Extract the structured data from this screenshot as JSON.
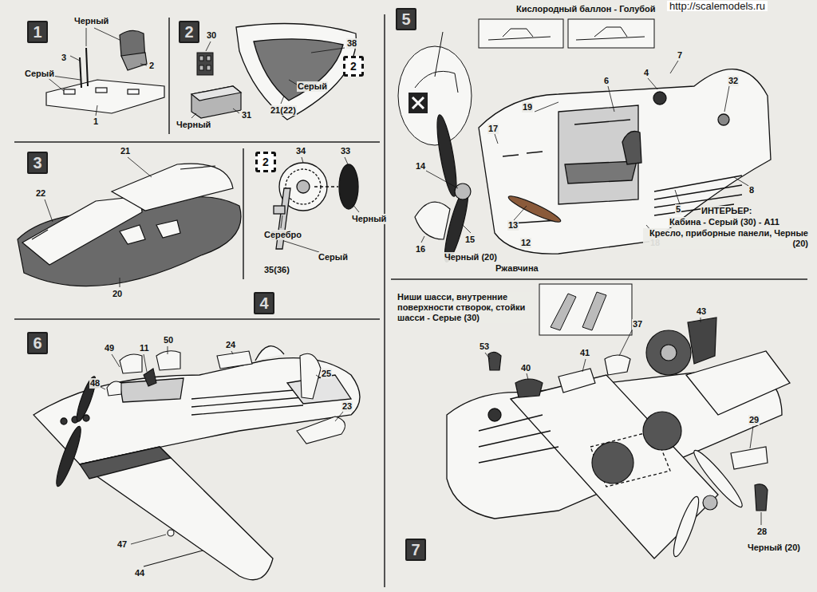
{
  "diagram": {
    "nodes": [
      {
        "text": [
          "1"
        ]
      },
      {
        "text": [
          "2"
        ]
      },
      {
        "text": [
          "2"
        ]
      },
      {
        "text": [
          "3"
        ]
      },
      {
        "text": [
          "2"
        ]
      },
      {
        "text": [
          "4"
        ]
      },
      {
        "text": [
          "5"
        ]
      },
      {
        "text": [
          "6"
        ]
      },
      {
        "text": [
          "7"
        ]
      }
    ],
    "labels": [
      "http://scalemodels.ru",
      "Черный",
      "3",
      "2",
      "Серый",
      "1",
      "30",
      "Черный",
      "31",
      "38",
      "Серый",
      "21(22)",
      "21",
      "22",
      "20",
      "34",
      "33",
      "Серебро",
      "Черный",
      "Серый",
      "35(36)",
      "Кислородный баллон - Голубой",
      "7",
      "4",
      "32",
      "6",
      "19",
      "17",
      "14",
      "16",
      "15",
      "Черный (20)",
      "13",
      "12",
      "Ржавчина",
      "18",
      "5",
      "8",
      "ИНТЕРЬЕР:",
      "Кабина - Серый (30) - А11",
      "Кресло, приборные панели, Черные (20)",
      "49",
      "11",
      "50",
      "48",
      "24",
      "25",
      "23",
      "47",
      "44",
      "Ниши шасси, внутренние поверхности створок, стойки шасси - Серые (30)",
      "53",
      "40",
      "41",
      "37",
      "43",
      "29",
      "28",
      "Черный (20)"
    ]
  }
}
